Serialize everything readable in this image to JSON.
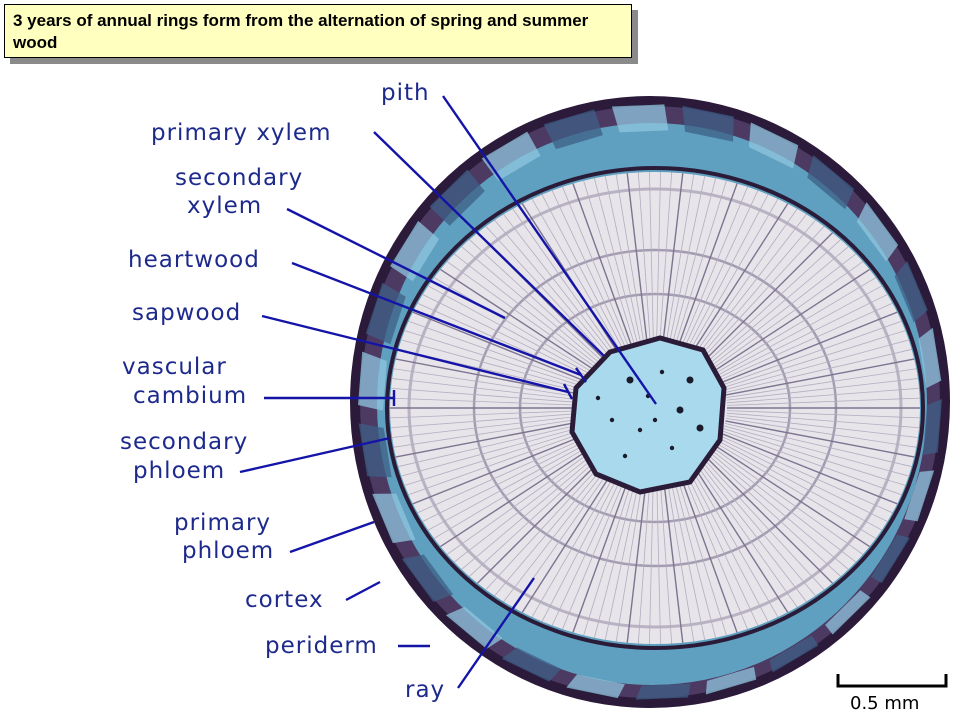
{
  "caption": "3 years of annual rings form from the alternation of spring and summer wood",
  "labels": {
    "pith": "pith",
    "primary_xylem": "primary xylem",
    "secondary_xylem_1": "secondary",
    "secondary_xylem_2": "xylem",
    "heartwood": "heartwood",
    "sapwood": "sapwood",
    "vascular_cambium_1": "vascular",
    "vascular_cambium_2": "cambium",
    "secondary_phloem_1": "secondary",
    "secondary_phloem_2": "phloem",
    "primary_phloem_1": "primary",
    "primary_phloem_2": "phloem",
    "cortex": "cortex",
    "periderm": "periderm",
    "ray": "ray"
  },
  "scale_bar": {
    "label": "0.5 mm"
  },
  "colors": {
    "label_text": "#1d2a8c",
    "leader_line": "#1414a8",
    "caption_background": "#ffffc0",
    "stain_blue": "#5fa6c8",
    "stain_purple": "#3a2a4e",
    "xylem_background": "#e7e4ea"
  }
}
